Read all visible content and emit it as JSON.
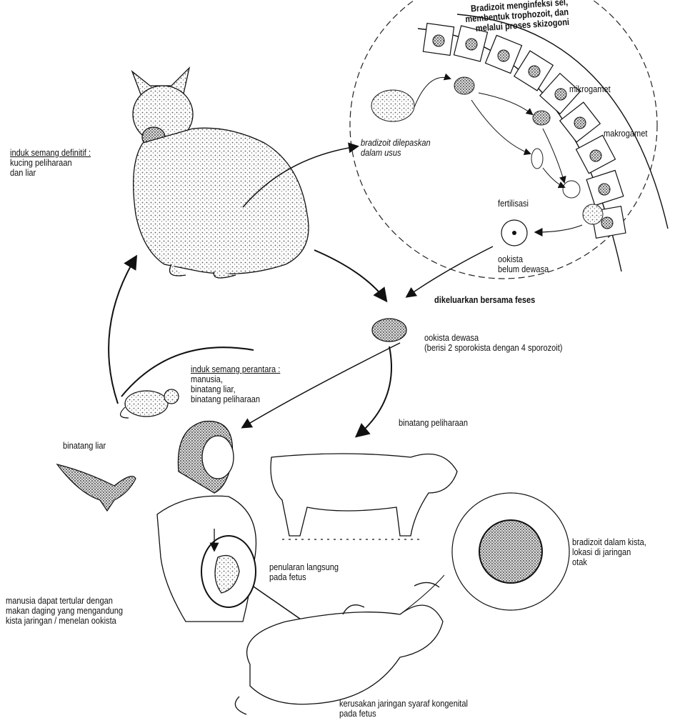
{
  "labels": {
    "definitive_host_title": "induk semang definitif :",
    "definitive_host_body": "kucing peliharaan\ndan liar",
    "intestine_top": "Bradizoit menginfeksi sel,\nmembentuk trophozoit, dan\nmelalui proses skizogoni",
    "microgamete": "mikrogamet",
    "macrogamete": "makrogamet",
    "bradyzoite_released": "bradizoit dilepaskan\ndalam usus",
    "fertilization": "fertilisasi",
    "immature_oocyst": "ookista\nbelum dewasa",
    "excreted": "dikeluarkan bersama feses",
    "mature_oocyst": "ookista dewasa\n(berisi 2 sporokista dengan 4 sporozoit)",
    "intermediate_host_title": "induk semang perantara :",
    "intermediate_host_body": "manusia,\nbinatang liar,\nbinatang peliharaan",
    "domestic_animal": "binatang peliharaan",
    "wild_animal": "binatang liar",
    "human_infection": "manusia dapat tertular dengan\nmakan daging yang mengandung\nkista jaringan / menelan ookista",
    "direct_transmission": "penularan langsung\npada fetus",
    "brain_cyst": "bradizoit dalam kista,\nlokasi di jaringan\notak",
    "congenital_damage": "kerusakan jaringan syaraf kongenital\npada fetus"
  }
}
